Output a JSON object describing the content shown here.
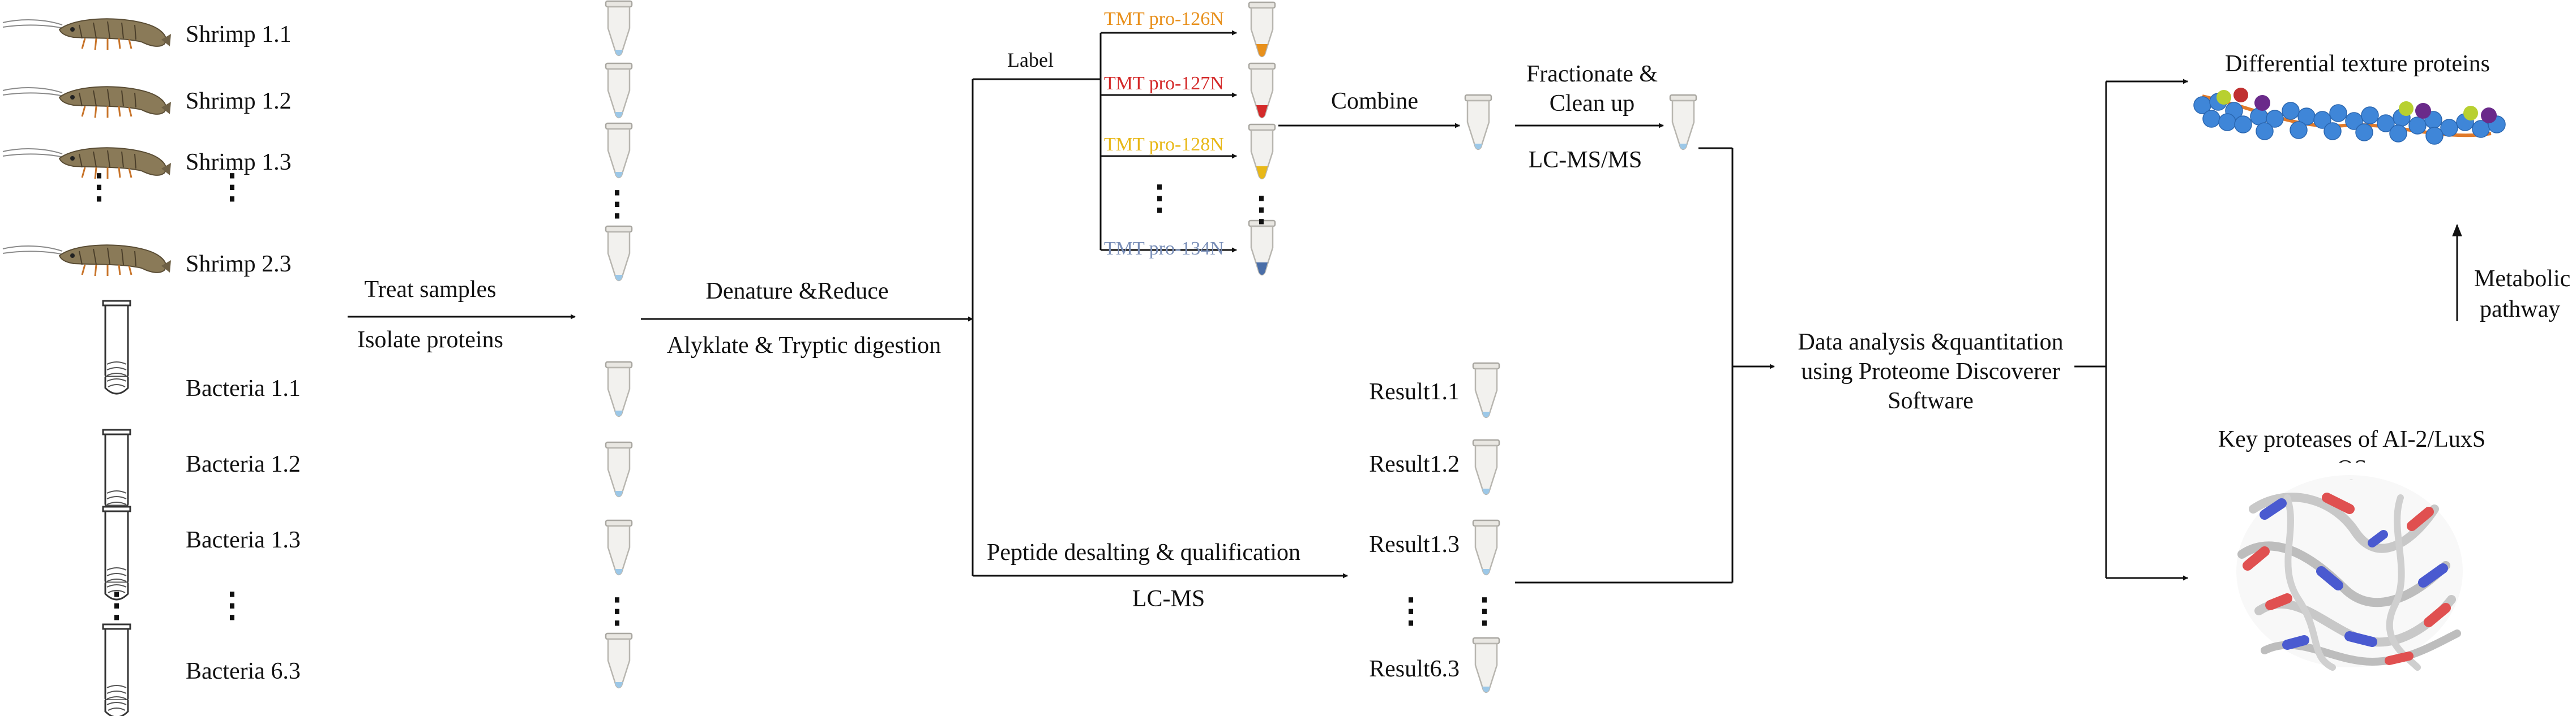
{
  "samples": {
    "shrimp": [
      "Shrimp 1.1",
      "Shrimp 1.2",
      "Shrimp 1.3",
      "Shrimp 2.3"
    ],
    "bacteria": [
      "Bacteria 1.1",
      "Bacteria 1.2",
      "Bacteria 1.3",
      "Bacteria 6.3"
    ]
  },
  "steps": {
    "treat_samples": "Treat samples",
    "isolate_proteins": "Isolate proteins",
    "denature_reduce": "Denature &Reduce",
    "alkylate_digest": "Alyklate & Tryptic digestion",
    "label": "Label",
    "combine": "Combine",
    "fractionate_1": "Fractionate &",
    "fractionate_2": "Clean up",
    "lcmsms": "LC-MS/MS",
    "peptide_desalting": "Peptide desalting & qualification",
    "lcms": "LC-MS",
    "data_analysis_1": "Data analysis &quantitation",
    "data_analysis_2": "using Proteome Discoverer",
    "data_analysis_3": "Software",
    "differential_texture": "Differential texture proteins",
    "metabolic_1": "Metabolic",
    "metabolic_2": "pathway",
    "key_proteases_1": "Key proteases of AI-2/LuxS",
    "key_proteases_2": "QS"
  },
  "tmt_labels": [
    {
      "text": "TMT pro-126N",
      "color": "#e8901c"
    },
    {
      "text": "TMT pro-127N",
      "color": "#d42a2a"
    },
    {
      "text": "TMT pro-128N",
      "color": "#e8b818"
    },
    {
      "text": "TMT pro-134N",
      "color": "#7a8fb8"
    }
  ],
  "results": [
    "Result1.1",
    "Result1.2",
    "Result1.3",
    "Result6.3"
  ],
  "colors": {
    "tube_liquid_blue": "#9cc8e8",
    "protein_bead": "#3f86d8",
    "protein_strand": "#e07a2a",
    "ribbon_gray": "#cfcfcf",
    "ribbon_red": "#e05050",
    "ribbon_blue": "#4a5ad0"
  }
}
